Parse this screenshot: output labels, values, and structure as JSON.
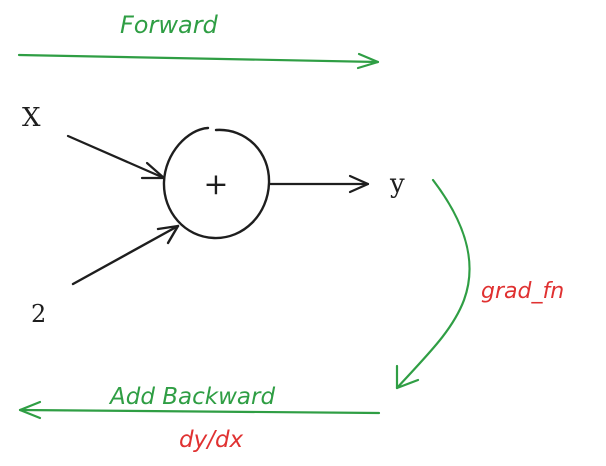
{
  "colors": {
    "ink": "#1e1e1e",
    "green": "#2f9e44",
    "red": "#e03131",
    "background": "#ffffff"
  },
  "labels": {
    "forward": "Forward",
    "input_x": "X",
    "input_2": "2",
    "operator": "+",
    "output": "y",
    "grad_fn": "grad_fn",
    "backward": "Add Backward",
    "derivative": "dy/dx"
  }
}
